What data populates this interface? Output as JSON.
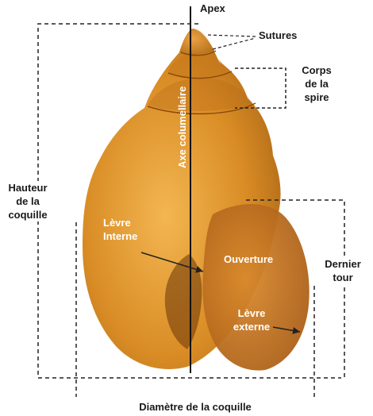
{
  "labels": {
    "apex": "Apex",
    "sutures": "Sutures",
    "corps_spire": [
      "Corps",
      "de la",
      "spire"
    ],
    "axe_columellaire": "Axe columellaire",
    "hauteur": [
      "Hauteur",
      "de la",
      "coquille"
    ],
    "levre_interne": [
      "Lèvre",
      "Interne"
    ],
    "ouverture": "Ouverture",
    "dernier_tour": [
      "Dernier",
      "tour"
    ],
    "levre_externe": [
      "Lèvre",
      "externe"
    ],
    "diametre": "Diamètre de la coquille"
  }
}
